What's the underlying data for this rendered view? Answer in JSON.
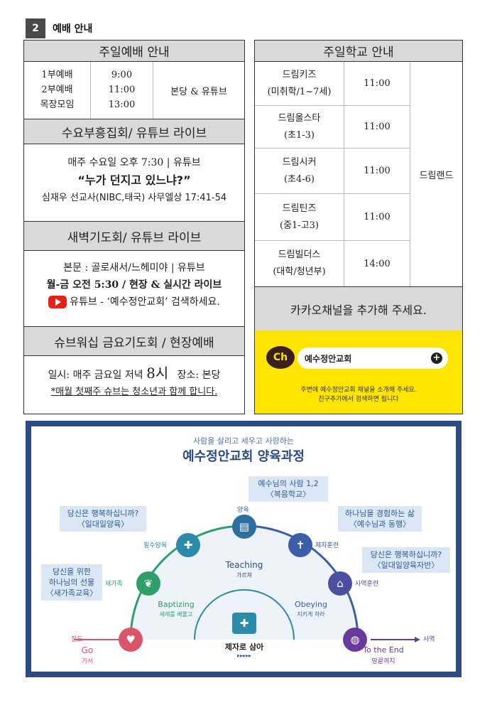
{
  "section": {
    "number": "2",
    "title": "예배 안내"
  },
  "sunday_worship": {
    "title": "주일예배 안내",
    "services": [
      {
        "name": "1부예배",
        "time": "9:00"
      },
      {
        "name": "2부예배",
        "time": "11:00"
      },
      {
        "name": "목장모임",
        "time": "13:00"
      }
    ],
    "place": "본당 & 유튜브"
  },
  "wednesday": {
    "title": "수요부흥집회/ 유튜브 라이브",
    "schedule": "매주 수요일 오후 7:30 | 유튜브",
    "sermon_title": "“누가 던지고 있느냐?”",
    "speaker": "심재우 선교사(NIBC,태국) 사무엘상 17:41-54"
  },
  "dawn": {
    "title": "새벽기도회/ 유튜브 라이브",
    "text": "본문 : 골로새서/느헤미야 | 유튜브",
    "time": "월-금 오전 5:30 / 현장 & 실시간 라이브",
    "youtube_hint": "유튜브 - ‘예수정안교회’ 검색하세요."
  },
  "friday": {
    "title": "슈브워십 금요기도회 / 현장예배",
    "info_prefix": "일시: 매주 금요일 저녁",
    "info_hour": "8시",
    "info_place": "장소: 본당",
    "note": "*매월 첫째주 슈브는 청소년과 함께 합니다."
  },
  "sunday_school": {
    "title": "주일학교 안내",
    "classes": [
      {
        "name": "드림키즈",
        "age": "(미취학/1~7세)",
        "time": "11:00"
      },
      {
        "name": "드림올스타",
        "age": "(초1-3)",
        "time": "11:00"
      },
      {
        "name": "드림시커",
        "age": "(초4-6)",
        "time": "11:00"
      },
      {
        "name": "드림틴즈",
        "age": "(중1-고3)",
        "time": "11:00"
      },
      {
        "name": "드림빌더스",
        "age": "(대학/청년부)",
        "time": "14:00"
      }
    ],
    "place": "드림랜드"
  },
  "kakao": {
    "banner": "카카오채널을 추가해 주세요.",
    "logo": "Ch",
    "channel_name": "예수정안교회",
    "plus": "+",
    "sub1": "주변에 예수정안교회 채널을 소개해 주세요.",
    "sub2": "친구추가에서 검색하면 됩니다"
  },
  "diagram": {
    "subtitle": "사람을 살리고 세우고 사랑하는",
    "title": "예수정안교회 양육과정",
    "callouts": {
      "gospel": [
        "예수님의 사람 1,2",
        "〈복음학교〉"
      ],
      "happy": [
        "당신은 행복하십니까?",
        "〈일대일양육〉"
      ],
      "experience": [
        "하나님을 경험하는 삶",
        "〈예수님과 동행〉"
      ],
      "happy_leader": [
        "당신은 행복하십니까?",
        "〈일대일양육자반〉"
      ],
      "gift": [
        "당신을 위한",
        "하나님의 선물",
        "〈새가족교육〉"
      ]
    },
    "stages": {
      "evangelism": "전도",
      "newfamily": "새가족",
      "required": "필수양육",
      "nurture": "양육",
      "disciple": "제자훈련",
      "ministry_training": "사역훈련",
      "ministry": "사역"
    },
    "go": "Go",
    "go_kr": "가서",
    "end": "To the End",
    "end_kr": "땅끝까지",
    "teaching": "Teaching",
    "teaching_kr": "가르쳐",
    "baptizing": "Baptizing",
    "baptizing_kr": "세례를 베풀고",
    "obeying": "Obeying",
    "obeying_kr": "지키게 하라",
    "center": "제자로 삼아",
    "arrows": "▸▸▸▸▸",
    "icons": [
      "heart-hands-icon",
      "seedling-icon",
      "bible-icon",
      "book-icon",
      "cross-icon",
      "church-icon",
      "globe-icon"
    ]
  }
}
